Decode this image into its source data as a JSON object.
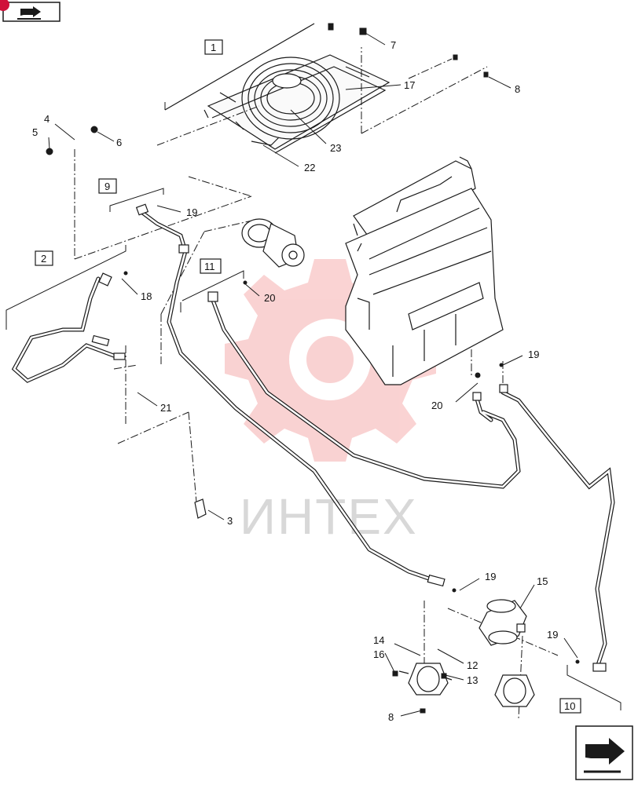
{
  "nav": {
    "top_left_icon": "arrow-right-icon",
    "bottom_right_icon": "arrow-right-icon"
  },
  "watermark": {
    "text": "ИНТЕХ"
  },
  "callouts": {
    "c1": "1",
    "c2": "2",
    "c3": "3",
    "c4": "4",
    "c5": "5",
    "c6": "6",
    "c7": "7",
    "c8a": "8",
    "c8b": "8",
    "c9": "9",
    "c10": "10",
    "c11": "11",
    "c12": "12",
    "c13": "13",
    "c14": "14",
    "c15": "15",
    "c16": "16",
    "c17": "17",
    "c18": "18",
    "c19a": "19",
    "c19b": "19",
    "c19c": "19",
    "c19d": "19",
    "c20a": "20",
    "c20b": "20",
    "c21": "21",
    "c22": "22",
    "c23": "23"
  },
  "colors": {
    "line": "#1a1a1a",
    "watermark": "#f0a0a0",
    "badge": "#d0103a"
  }
}
